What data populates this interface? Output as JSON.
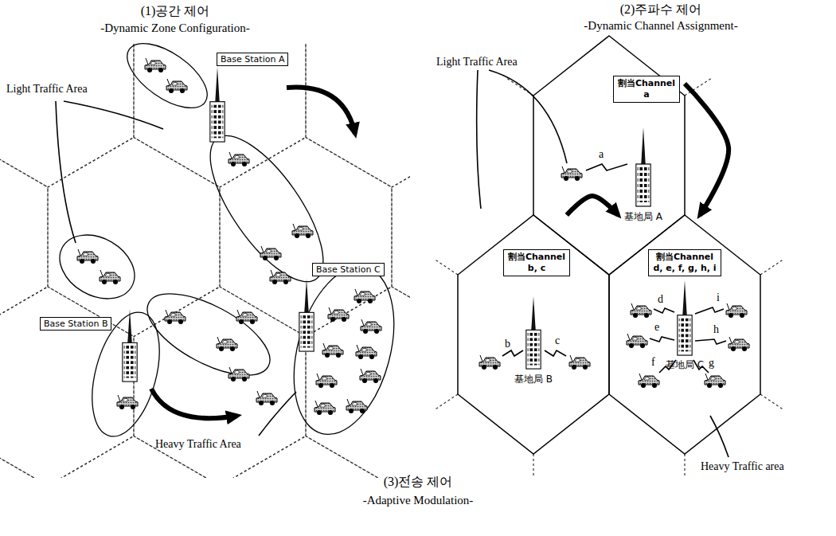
{
  "diagram": {
    "nodes": [
      {
        "text": [
          "Base Station A"
        ]
      },
      {
        "text": [
          "Base Station B"
        ]
      },
      {
        "text": [
          "Base Station C"
        ]
      },
      {
        "text": [
          "基地局 A"
        ]
      },
      {
        "text": [
          "割当Channel a"
        ],
        "in": 3
      },
      {
        "text": [
          "基地局 B"
        ]
      },
      {
        "text": [
          "割当Channel b, c"
        ],
        "in": 5
      },
      {
        "text": [
          "基地局 C"
        ]
      },
      {
        "text": [
          "割当Channel d, e, f, g, h, i"
        ],
        "in": 7
      }
    ],
    "edges": [
      {
        "from": 3,
        "to": 7,
        "arrow": "to"
      },
      {
        "from": 5,
        "to": 7,
        "arrow": "to"
      }
    ],
    "labels": [
      "(1)공간 제어",
      "-Dynamic Zone Configuration-",
      "(2)주파수 제어",
      "-Dynamic Channel Assignment-",
      "Light Traffic Area",
      "Heavy Traffic Area",
      "Light Traffic Area",
      "Heavy Traffic area",
      "a",
      "b",
      "c",
      "d",
      "e",
      "f",
      "g",
      "h",
      "i",
      "(3)전송 제어",
      "-Adaptive Modulation-"
    ]
  }
}
